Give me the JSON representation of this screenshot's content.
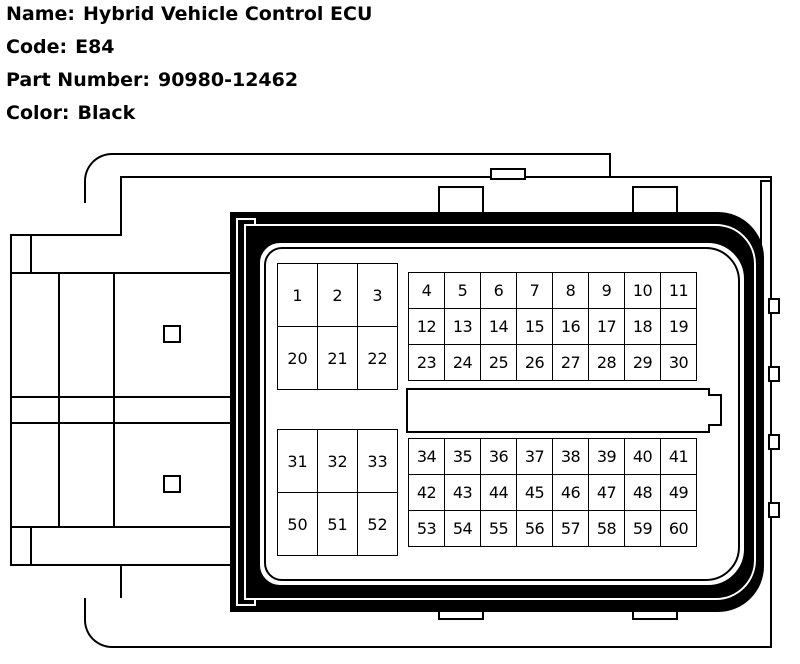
{
  "header": {
    "name_label": "Name:",
    "name_value": "Hybrid Vehicle Control ECU",
    "code_label": "Code:",
    "code_value": "E84",
    "part_label": "Part Number:",
    "part_value": "90980-12462",
    "color_label": "Color:",
    "color_value": "Black"
  },
  "connector": {
    "left_top_pins": [
      [
        1,
        2,
        3
      ],
      [
        20,
        21,
        22
      ]
    ],
    "right_top_pins": [
      [
        4,
        5,
        6,
        7,
        8,
        9,
        10,
        11
      ],
      [
        12,
        13,
        14,
        15,
        16,
        17,
        18,
        19
      ],
      [
        23,
        24,
        25,
        26,
        27,
        28,
        29,
        30
      ]
    ],
    "left_bottom_pins": [
      [
        31,
        32,
        33
      ],
      [
        50,
        51,
        52
      ]
    ],
    "right_bottom_pins": [
      [
        34,
        35,
        36,
        37,
        38,
        39,
        40,
        41
      ],
      [
        42,
        43,
        44,
        45,
        46,
        47,
        48,
        49
      ],
      [
        53,
        54,
        55,
        56,
        57,
        58,
        59,
        60
      ]
    ]
  }
}
